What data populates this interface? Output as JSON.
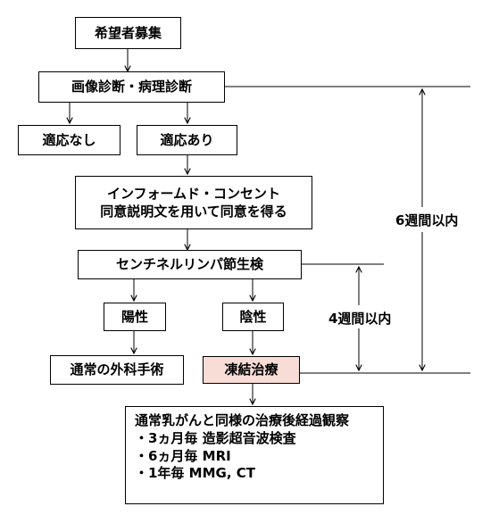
{
  "boxes": {
    "recruit": "希望者募集",
    "diagnosis": "画像診断・病理診断",
    "not_indicated": "適応なし",
    "indicated": "適応あり",
    "consent": [
      "インフォームド・コンセント",
      "同意説明文を用いて同意を得る"
    ],
    "sentinel": "センチネルリンパ節生検",
    "positive": "陽性",
    "negative": "陰性",
    "surgery": "通常の外科手術",
    "cryo": "凍結治療",
    "followup": [
      "通常乳がんと同様の治療後経過観察",
      "・3ヵ月毎 造影超音波検査",
      "・6ヵ月毎 MRI",
      "・1年毎 MMG, CT"
    ]
  },
  "annotations": {
    "six_weeks": "6週間以内",
    "four_weeks": "4週間以内"
  },
  "colors": {
    "line": "#000000",
    "highlight": "#f8dcd6"
  }
}
